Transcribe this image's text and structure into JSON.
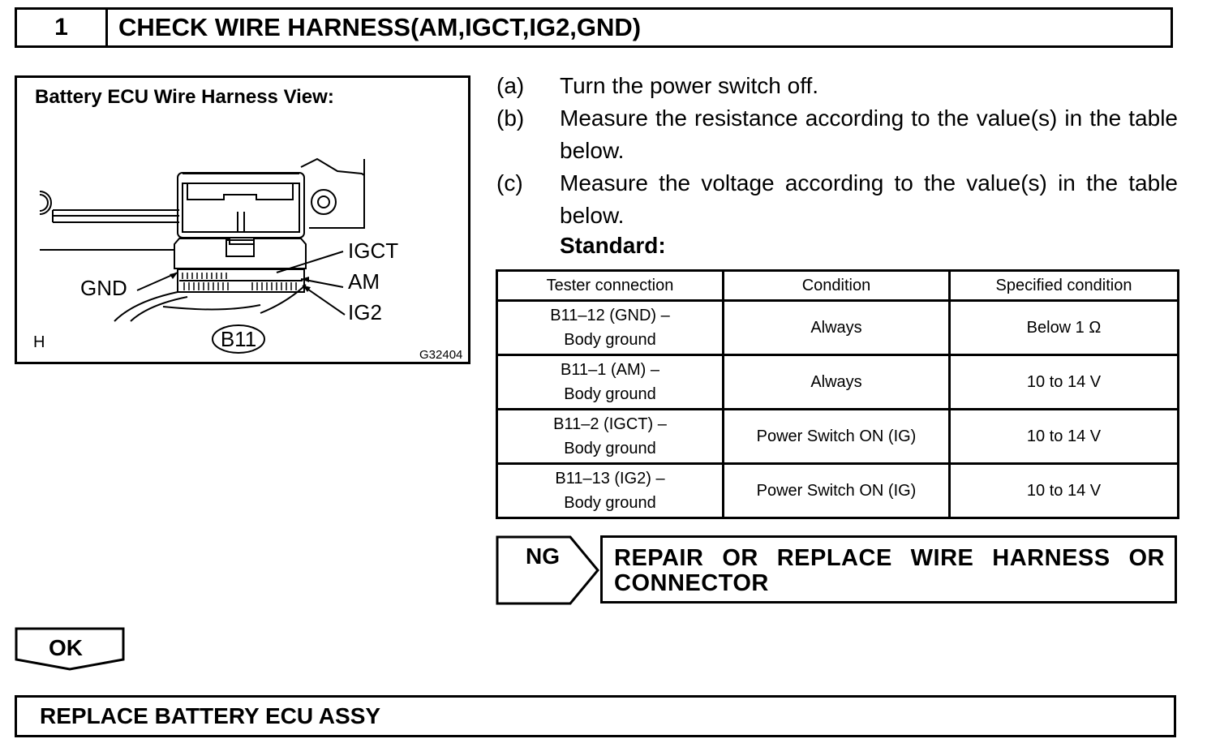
{
  "step": {
    "number": "1",
    "title": "CHECK WIRE HARNESS(AM,IGCT,IG2,GND)"
  },
  "figure": {
    "title": "Battery ECU Wire Harness View:",
    "labels": {
      "igct": "IGCT",
      "am": "AM",
      "ig2": "IG2",
      "gnd": "GND",
      "connector": "B11",
      "h": "H",
      "code": "G32404"
    }
  },
  "instructions": [
    {
      "letter": "(a)",
      "text": "Turn the power switch off."
    },
    {
      "letter": "(b)",
      "text": "Measure the resistance according to the value(s) in the table below."
    },
    {
      "letter": "(c)",
      "text": "Measure the voltage according to the value(s) in the table below."
    }
  ],
  "standard_label": "Standard:",
  "table": {
    "headers": [
      "Tester connection",
      "Condition",
      "Specified condition"
    ],
    "rows": [
      {
        "conn1": "B11–12 (GND) –",
        "conn2": "Body ground",
        "condition": "Always",
        "spec": "Below 1 Ω"
      },
      {
        "conn1": "B11–1 (AM) –",
        "conn2": "Body ground",
        "condition": "Always",
        "spec": "10 to 14 V"
      },
      {
        "conn1": "B11–2 (IGCT) –",
        "conn2": "Body ground",
        "condition": "Power Switch ON (IG)",
        "spec": "10 to 14 V"
      },
      {
        "conn1": "B11–13 (IG2) –",
        "conn2": "Body ground",
        "condition": "Power Switch ON (IG)",
        "spec": "10 to 14 V"
      }
    ]
  },
  "ng": {
    "label": "NG",
    "action": "REPAIR OR REPLACE WIRE HARNESS OR CONNECTOR"
  },
  "ok": {
    "label": "OK"
  },
  "final": {
    "text": "REPLACE BATTERY ECU ASSY"
  }
}
